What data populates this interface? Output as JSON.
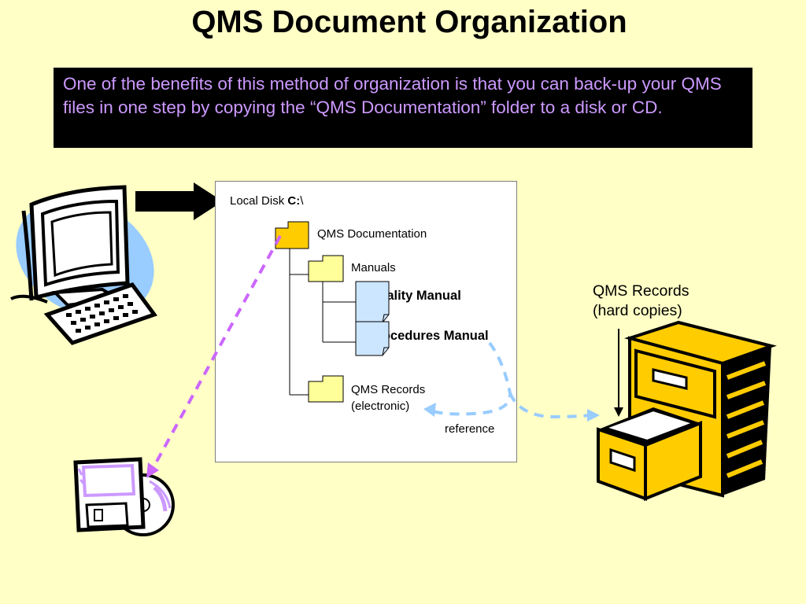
{
  "title": "QMS Document Organization",
  "callout": "One of the benefits of this method of organization is that you can back-up your QMS files in one step by copying the “QMS Documentation” folder to a disk or CD.",
  "tree": {
    "root_prefix": "Local Disk ",
    "root_drive": "C:",
    "root_suffix": "\\",
    "qms_documentation": "QMS Documentation",
    "manuals": "Manuals",
    "quality_manual": "*Quality Manual",
    "procedures_manual": "*Procedures Manual",
    "qms_records_line1": "QMS Records",
    "qms_records_line2": "(electronic)"
  },
  "reference_label": "reference",
  "hard_records": {
    "line1": "QMS Records",
    "line2": "(hard copies)"
  },
  "colors": {
    "background": "#ffffc6",
    "callout_bg": "#000000",
    "callout_text": "#cc99ff",
    "backup_arrow": "#cc66ff",
    "reference_arrow": "#99ccff",
    "folder_open": "#ffcc00",
    "folder": "#ffff99",
    "document": "#cce6ff",
    "cabinet": "#ffcc00"
  },
  "icons": [
    "computer-icon",
    "folder-icon",
    "document-icon",
    "floppy-disk-icon",
    "cd-icon",
    "filing-cabinet-icon"
  ]
}
